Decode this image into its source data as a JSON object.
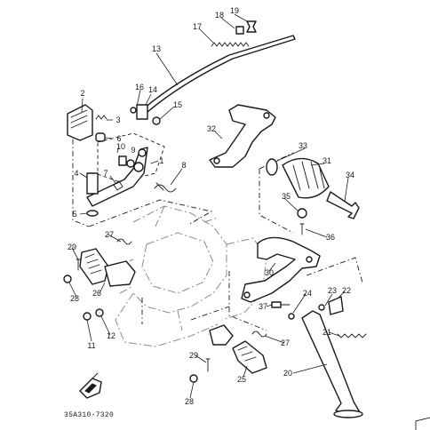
{
  "diagram": {
    "drawing_code": "35A310-7320",
    "callouts": {
      "c1": "1",
      "c2": "2",
      "c3": "3",
      "c4": "4",
      "c5": "5",
      "c6": "6",
      "c7": "7",
      "c8": "8",
      "c9": "9",
      "c10": "10",
      "c11": "11",
      "c12": "12",
      "c13": "13",
      "c14": "14",
      "c15": "15",
      "c16": "16",
      "c17": "17",
      "c18": "18",
      "c19": "19",
      "c20": "20",
      "c21": "21",
      "c22": "22",
      "c23": "23",
      "c24": "24",
      "c25": "25",
      "c26": "26",
      "c27a": "27",
      "c27b": "27",
      "c28a": "28",
      "c28b": "28",
      "c29a": "29",
      "c29b": "29",
      "c30": "30",
      "c31": "31",
      "c32": "32",
      "c33": "33",
      "c34": "34",
      "c35": "35",
      "c36": "36",
      "c37": "37"
    }
  }
}
